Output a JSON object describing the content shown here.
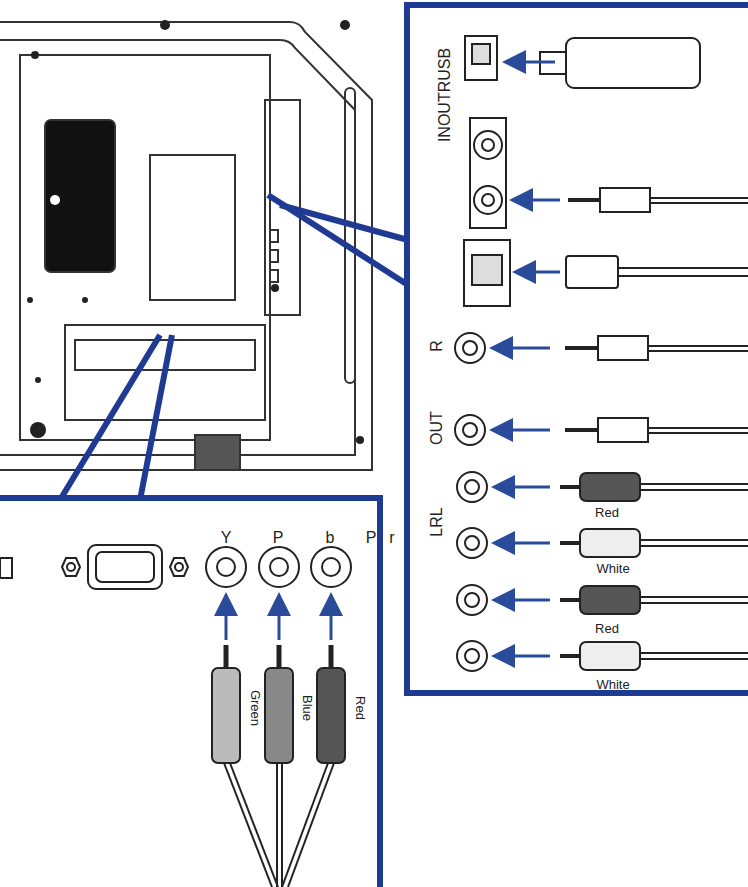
{
  "diagram": {
    "labels": [
      "INOUTRUSB",
      "R",
      "OUT",
      "LRL",
      "Red",
      "White",
      "Red",
      "White",
      "Y",
      "P",
      "b",
      "P",
      "r",
      "Green",
      "Blue",
      "Red"
    ]
  }
}
